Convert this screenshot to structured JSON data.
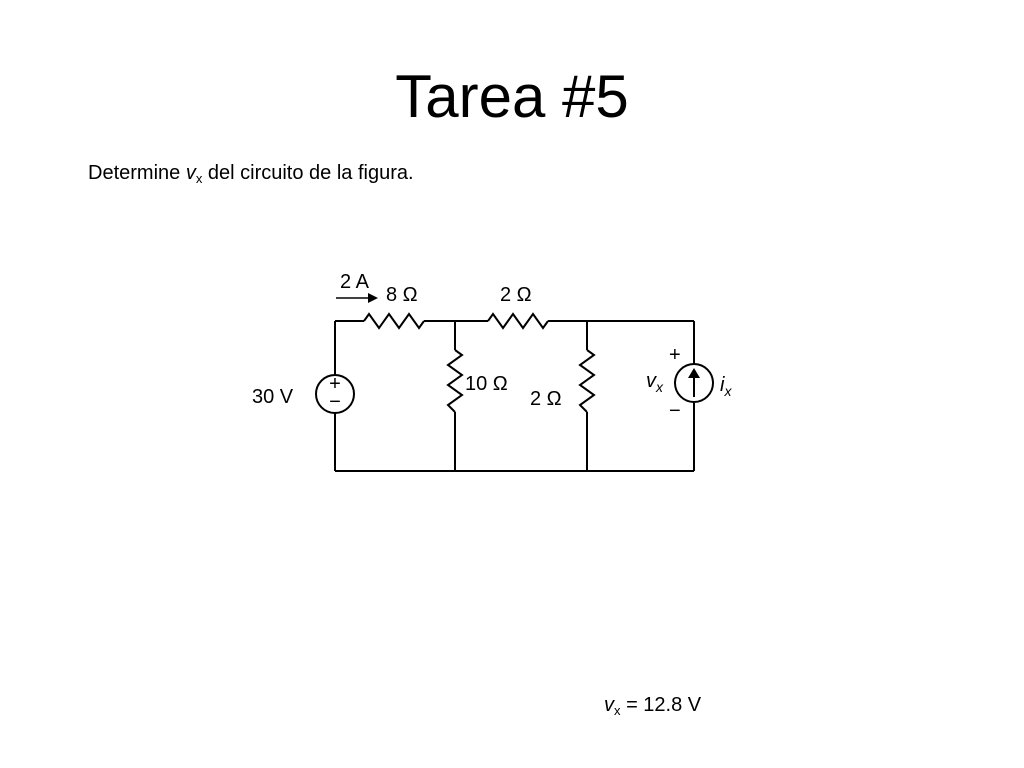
{
  "slide": {
    "title": "Tarea #5"
  },
  "problem": {
    "prefix": "Determine",
    "var_main": "v",
    "var_sub": "x",
    "suffix": "del circuito de la figura."
  },
  "circuit": {
    "current_label": "2 A",
    "r_series_1": "8 Ω",
    "r_series_2": "2 Ω",
    "r_shunt_1": "10 Ω",
    "r_shunt_2": "2 Ω",
    "voltage_source": "30 V",
    "plus_sign": "+",
    "minus_sign": "−",
    "vx_main": "v",
    "vx_sub": "x",
    "ix_main": "i",
    "ix_sub": "x"
  },
  "answer": {
    "var_main": "v",
    "var_sub": "x",
    "value": "= 12.8 V"
  }
}
